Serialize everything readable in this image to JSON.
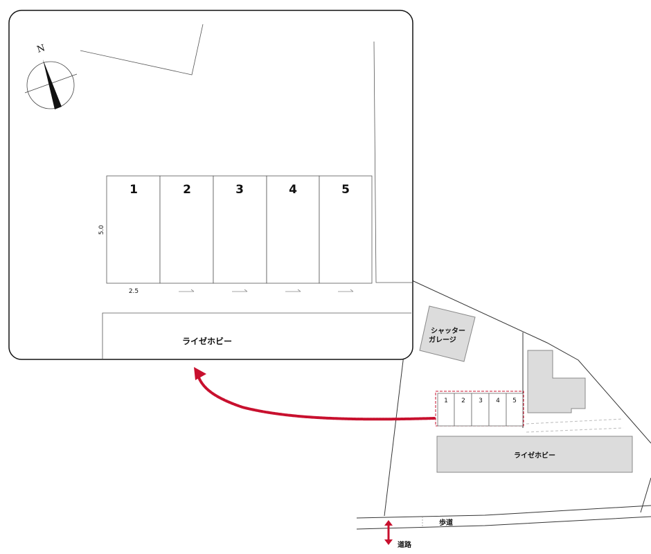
{
  "compass": {
    "north_label": "N"
  },
  "detail": {
    "spaces": [
      "1",
      "2",
      "3",
      "4",
      "5"
    ],
    "depth_label": "5.0",
    "width_label": "2.5",
    "building_label": "ライゼホビー"
  },
  "overview": {
    "spaces": [
      "1",
      "2",
      "3",
      "4",
      "5"
    ],
    "garage_label_line1": "シャッター",
    "garage_label_line2": "ガレージ",
    "building_label": "ライゼホビー",
    "sidewalk_label": "歩道",
    "road_label": "道路"
  },
  "colors": {
    "accent": "#c8102e",
    "building_fill": "#dcdcdc",
    "line": "#333333"
  }
}
